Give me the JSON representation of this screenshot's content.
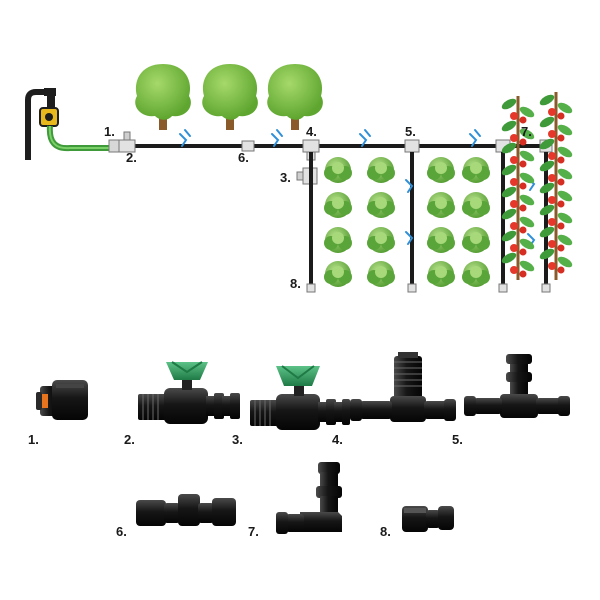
{
  "labels": {
    "n1": "1.",
    "n2": "2.",
    "n3": "3.",
    "n4": "4.",
    "n5": "5.",
    "n6": "6.",
    "n7": "7.",
    "n8": "8."
  },
  "parts": [
    {
      "label": "1.",
      "kind": "hose-connector"
    },
    {
      "label": "2.",
      "kind": "valve-male-thread"
    },
    {
      "label": "3.",
      "kind": "valve-male-thread"
    },
    {
      "label": "4.",
      "kind": "tee-threaded"
    },
    {
      "label": "5.",
      "kind": "tee"
    },
    {
      "label": "6.",
      "kind": "straight-coupler"
    },
    {
      "label": "7.",
      "kind": "elbow"
    },
    {
      "label": "8.",
      "kind": "end-plug"
    }
  ],
  "colors": {
    "pipe": "#1b1b1b",
    "hose": "#3f9b3a",
    "valve_handle": "#2f9a57",
    "tree": "#7cc242",
    "trunk": "#8a5a2b",
    "cabbage": "#76b84a",
    "tomato": "#e5382b",
    "water": "#2f8fd8",
    "connector_orange": "#e8741d"
  }
}
